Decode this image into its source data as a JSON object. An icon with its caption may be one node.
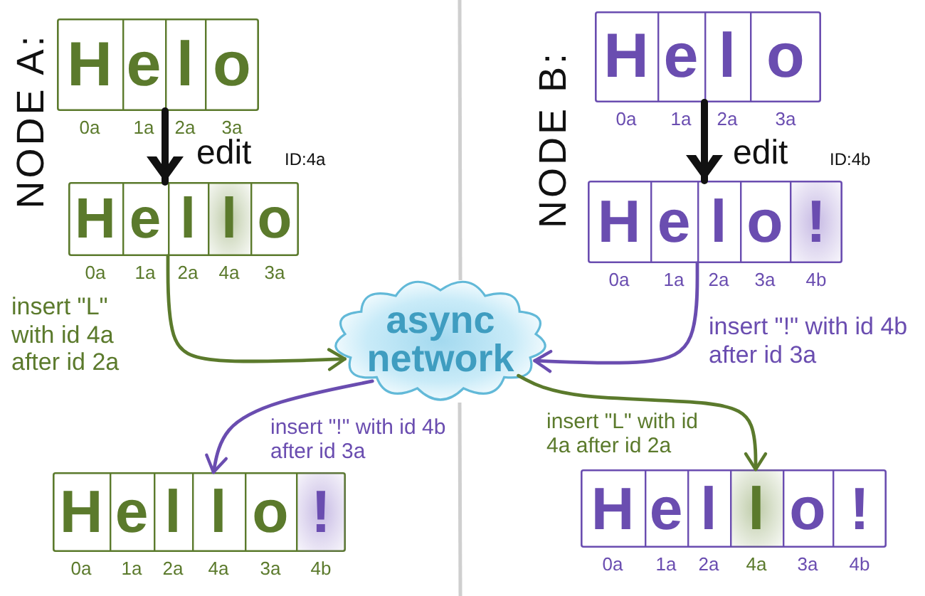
{
  "diagram": {
    "nodes": [
      {
        "text": [],
        "shape": "box"
      },
      {
        "text": [
          "H"
        ],
        "in": 0,
        "beside": [
          "0a"
        ]
      },
      {
        "text": [
          "e"
        ],
        "in": 0,
        "beside": [
          "1a"
        ]
      },
      {
        "text": [
          "l"
        ],
        "in": 0,
        "beside": [
          "2a"
        ]
      },
      {
        "text": [
          "o"
        ],
        "in": 0,
        "beside": [
          "3a"
        ]
      },
      {
        "text": [],
        "shape": "box"
      },
      {
        "text": [
          "H"
        ],
        "in": 5,
        "beside": [
          "0a"
        ]
      },
      {
        "text": [
          "e"
        ],
        "in": 5,
        "beside": [
          "1a"
        ]
      },
      {
        "text": [
          "l"
        ],
        "in": 5,
        "beside": [
          "2a"
        ]
      },
      {
        "text": [
          "o"
        ],
        "in": 5,
        "beside": [
          "3a"
        ]
      },
      {
        "text": [],
        "shape": "box"
      },
      {
        "text": [
          "H"
        ],
        "in": 10,
        "beside": [
          "0a"
        ]
      },
      {
        "text": [
          "e"
        ],
        "in": 10,
        "beside": [
          "1a"
        ]
      },
      {
        "text": [
          "l"
        ],
        "in": 10,
        "beside": [
          "2a"
        ]
      },
      {
        "text": [
          "l"
        ],
        "in": 10,
        "beside": [
          "4a"
        ]
      },
      {
        "text": [
          "o"
        ],
        "in": 10,
        "beside": [
          "3a"
        ]
      },
      {
        "text": [],
        "shape": "box"
      },
      {
        "text": [
          "H"
        ],
        "in": 16,
        "beside": [
          "0a"
        ]
      },
      {
        "text": [
          "e"
        ],
        "in": 16,
        "beside": [
          "1a"
        ]
      },
      {
        "text": [
          "l"
        ],
        "in": 16,
        "beside": [
          "2a"
        ]
      },
      {
        "text": [
          "o"
        ],
        "in": 16,
        "beside": [
          "3a"
        ]
      },
      {
        "text": [
          "!"
        ],
        "in": 16,
        "beside": [
          "4b"
        ]
      },
      {
        "text": [
          "async network"
        ]
      },
      {
        "text": [],
        "shape": "box"
      },
      {
        "text": [
          "H"
        ],
        "in": 23,
        "beside": [
          "0a"
        ]
      },
      {
        "text": [
          "e"
        ],
        "in": 23,
        "beside": [
          "1a"
        ]
      },
      {
        "text": [
          "l"
        ],
        "in": 23,
        "beside": [
          "2a"
        ]
      },
      {
        "text": [
          "l"
        ],
        "in": 23,
        "beside": [
          "4a"
        ]
      },
      {
        "text": [
          "o"
        ],
        "in": 23,
        "beside": [
          "3a"
        ]
      },
      {
        "text": [
          "!"
        ],
        "in": 23,
        "beside": [
          "4b"
        ]
      },
      {
        "text": [],
        "shape": "box"
      },
      {
        "text": [
          "H"
        ],
        "in": 30,
        "beside": [
          "0a"
        ]
      },
      {
        "text": [
          "e"
        ],
        "in": 30,
        "beside": [
          "1a"
        ]
      },
      {
        "text": [
          "l"
        ],
        "in": 30,
        "beside": [
          "2a"
        ]
      },
      {
        "text": [
          "l"
        ],
        "in": 30,
        "beside": [
          "4a"
        ]
      },
      {
        "text": [
          "o"
        ],
        "in": 30,
        "beside": [
          "3a"
        ]
      },
      {
        "text": [
          "!"
        ],
        "in": 30,
        "beside": [
          "4b"
        ]
      }
    ],
    "edges": [
      {
        "from": 0,
        "to": 10,
        "arrow": "to",
        "label": "edit",
        "style": "thick",
        "color": "#111111"
      },
      {
        "from": 5,
        "to": 16,
        "arrow": "to",
        "label": "edit",
        "style": "thick",
        "color": "#111111"
      },
      {
        "from": 10,
        "to": 22,
        "arrow": "to",
        "label": "insert \"L\" with id 4a after id 2a",
        "color": "#5b7a2c"
      },
      {
        "from": 16,
        "to": 22,
        "arrow": "to",
        "label": "insert \"!\" with id 4b after id 3a",
        "color": "#6a4db0"
      },
      {
        "from": 22,
        "to": 23,
        "arrow": "to",
        "label": "insert \"!\" with id 4b after id 3a",
        "color": "#6a4db0"
      },
      {
        "from": 22,
        "to": 30,
        "arrow": "to",
        "label": "insert \"L\" with id 4a after id 2a",
        "color": "#5b7a2c"
      }
    ],
    "labels": [
      "NODE A:",
      "NODE B:",
      "ID:4a",
      "ID:4b"
    ]
  }
}
